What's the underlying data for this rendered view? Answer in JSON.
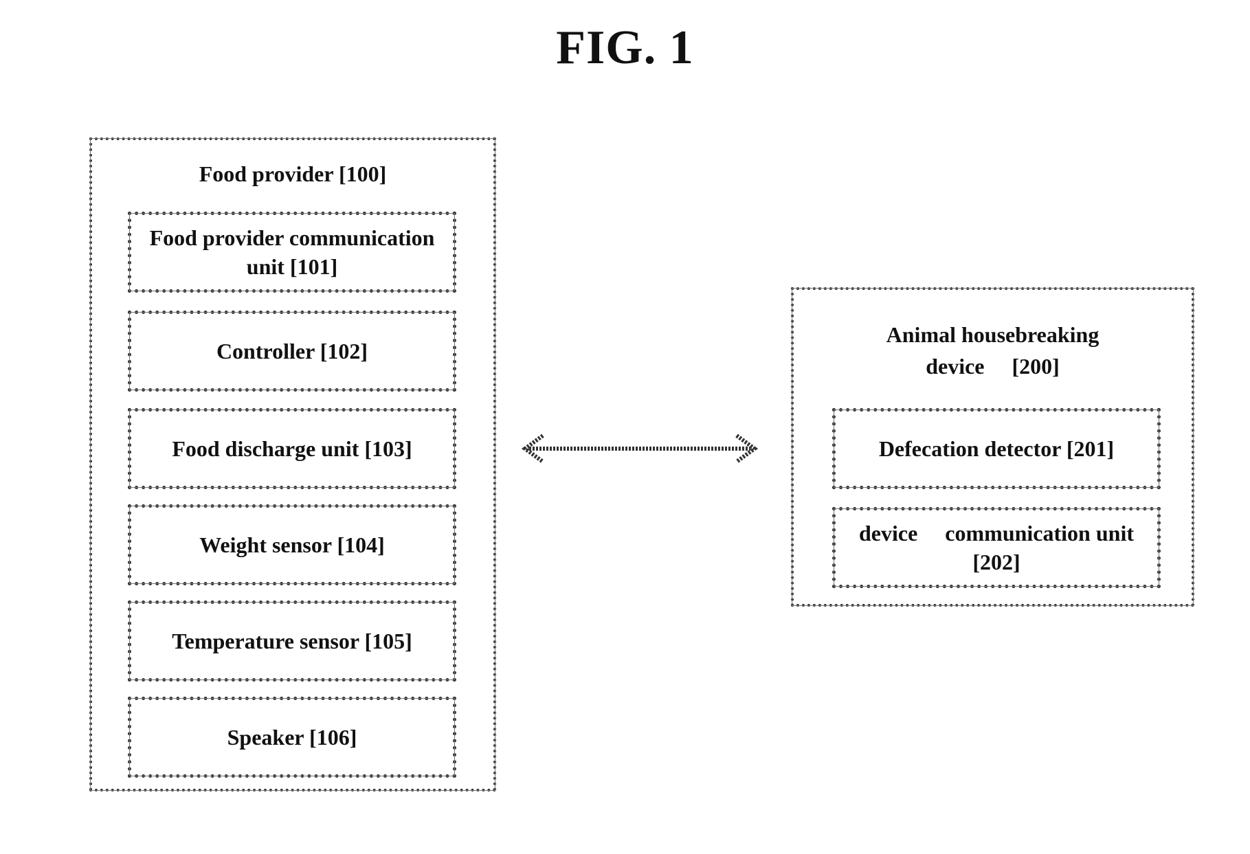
{
  "figure": {
    "title": "FIG. 1"
  },
  "food_provider": {
    "title": "Food provider [100]",
    "components": [
      {
        "label": "Food provider communication unit  [101]"
      },
      {
        "label": "Controller [102]"
      },
      {
        "label": "Food discharge unit [103]"
      },
      {
        "label": "Weight sensor  [104]"
      },
      {
        "label": "Temperature sensor [105]"
      },
      {
        "label": "Speaker [106]"
      }
    ]
  },
  "housebreaking_device": {
    "title": "Animal housebreaking device     [200]",
    "components": [
      {
        "label": "Defecation detector [201]"
      },
      {
        "label": "device     communication unit [202]"
      }
    ]
  },
  "connection": {
    "type": "bidirectional-arrow",
    "color": "#333333"
  }
}
